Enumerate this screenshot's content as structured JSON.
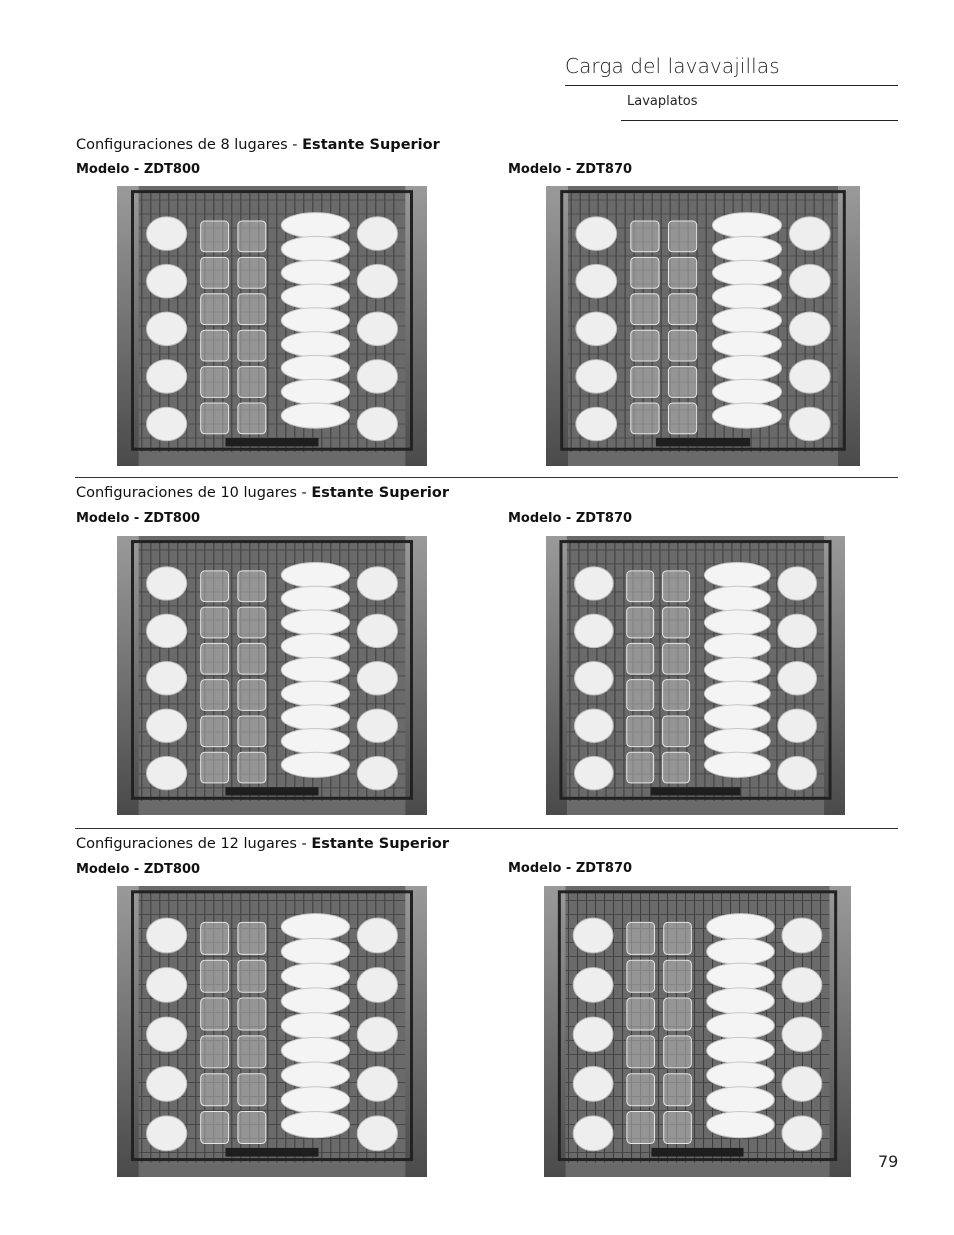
{
  "header": {
    "title": "Carga del lavavajillas",
    "subtitle": "Lavaplatos"
  },
  "sections": [
    {
      "title_prefix": "Configuraciones de 8 lugares - ",
      "title_bold": "Estante Superior",
      "left_model": "Modelo - ZDT800",
      "right_model": "Modelo - ZDT870",
      "left_photo": "photo: ZDT800 upper rack loaded for 8 place settings",
      "right_photo": "photo: ZDT870 upper rack loaded for 8 place settings"
    },
    {
      "title_prefix": "Configuraciones de 10 lugares - ",
      "title_bold": "Estante Superior",
      "left_model": "Modelo - ZDT800",
      "right_model": "Modelo - ZDT870",
      "left_photo": "photo: ZDT800 upper rack loaded for 10 place settings",
      "right_photo": "photo: ZDT870 upper rack loaded for 10 place settings"
    },
    {
      "title_prefix": "Configuraciones de 12 lugares - ",
      "title_bold": "Estante Superior",
      "left_model": "Modelo - ZDT800",
      "right_model": "Modelo - ZDT870",
      "left_photo": "photo: ZDT800 upper rack loaded for 12 place settings",
      "right_photo": "photo: ZDT870 upper rack loaded for 12 place settings"
    }
  ],
  "page_number": "79",
  "colors": {
    "rule": "#222222",
    "text": "#111111",
    "photo_bg": "#7d7d7d"
  }
}
